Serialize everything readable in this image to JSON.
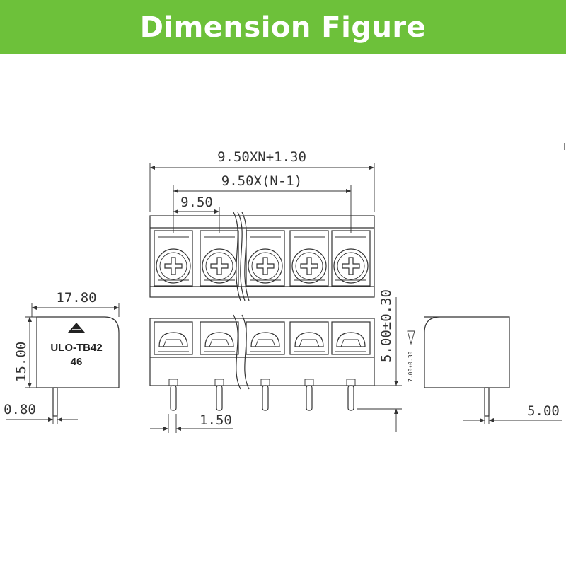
{
  "header": {
    "title": "Dimension Figure"
  },
  "colors": {
    "banner": "#6dc13a",
    "line": "#333333"
  },
  "part": {
    "model": "ULO-TB42",
    "pitch_code": "46",
    "logo_icon": "triangle-logo-icon"
  },
  "dimensions": {
    "overall_width": "9.50XN+1.30",
    "pitch_span": "9.50X(N-1)",
    "pitch": "9.50",
    "depth": "17.80",
    "height": "15.00",
    "pin_thickness": "0.80",
    "pin_width": "1.50",
    "pin_length": "5.00±0.30",
    "side_pin": "5.00",
    "small_tol": "7.00±0.30"
  }
}
